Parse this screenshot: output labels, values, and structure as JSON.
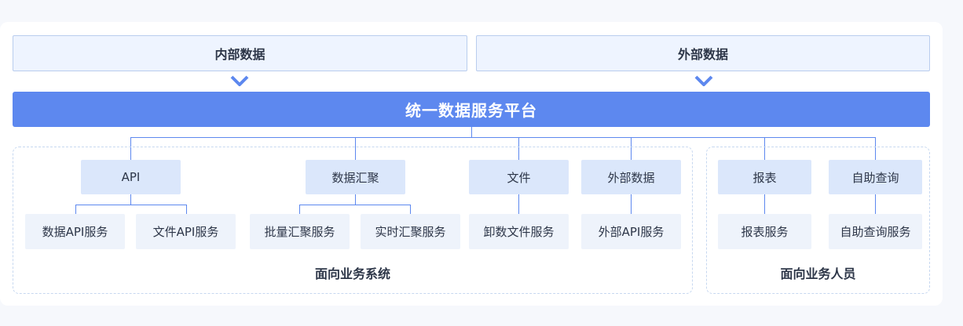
{
  "sources": {
    "internal": "内部数据",
    "external": "外部数据"
  },
  "platform": "统一数据服务平台",
  "business_system": {
    "label": "面向业务系统",
    "categories": {
      "api": "API",
      "aggregation": "数据汇聚",
      "file": "文件",
      "external": "外部数据"
    },
    "services": {
      "data_api": "数据API服务",
      "file_api": "文件API服务",
      "batch_agg": "批量汇聚服务",
      "realtime_agg": "实时汇聚服务",
      "unload_file": "卸数文件服务",
      "external_api": "外部API服务"
    }
  },
  "business_staff": {
    "label": "面向业务人员",
    "categories": {
      "report": "报表",
      "self_query": "自助查询"
    },
    "services": {
      "report_service": "报表服务",
      "self_query_service": "自助查询服务"
    }
  },
  "colors": {
    "platform": "#5d88ef",
    "source_bg": "#eef4ff",
    "category_bg": "#dbe7fb",
    "service_bg": "#eef3fb",
    "connector": "#5d88ef",
    "zone_border": "#c7d8f0"
  }
}
